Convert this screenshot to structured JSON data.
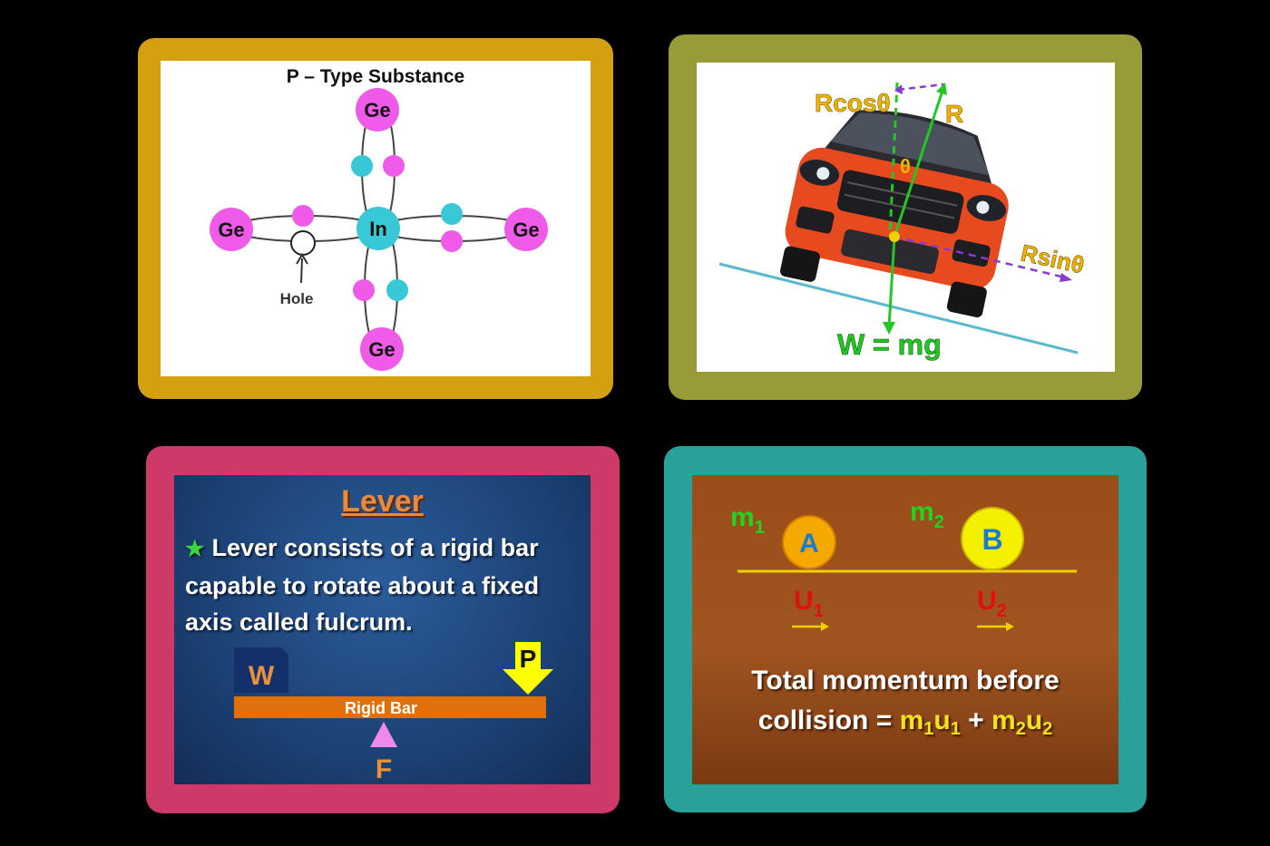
{
  "panel1": {
    "title": "P – Type Substance",
    "atoms": {
      "center": "In",
      "top": "Ge",
      "left": "Ge",
      "right": "Ge",
      "bottom": "Ge"
    },
    "hole_label": "Hole",
    "colors": {
      "frame": "#d4a010",
      "ge": "#f05ae8",
      "in": "#38c8d8"
    }
  },
  "panel2": {
    "labels": {
      "r": "R",
      "rcos": "Rcosθ",
      "rsin": "Rsinθ",
      "theta": "θ",
      "weight": "W = mg"
    },
    "colors": {
      "frame": "#999a38",
      "car": "#e84a20",
      "force": "#22c822",
      "component": "#8a3ad0",
      "label": "#f0b400"
    }
  },
  "panel3": {
    "title": "Lever",
    "star": "★",
    "text": "Lever consists of a rigid bar capable to rotate about a fixed axis called fulcrum.",
    "weight_label": "W",
    "effort_label": "P",
    "bar_label": "Rigid Bar",
    "fulcrum_label": "F",
    "colors": {
      "frame": "#cd3a6a",
      "bar": "#e0700c",
      "arrow": "#ffff00",
      "fulcrum": "#f08ae8"
    }
  },
  "panel4": {
    "mass1": "m",
    "mass1_sub": "1",
    "mass2": "m",
    "mass2_sub": "2",
    "ball_a": "A",
    "ball_b": "B",
    "vel1": "U",
    "vel1_sub": "1",
    "vel2": "U",
    "vel2_sub": "2",
    "line1": "Total momentum before",
    "line2_prefix": "collision = ",
    "eq_m1": "m",
    "eq_m1_sub": "1",
    "eq_u1": "u",
    "eq_u1_sub": "1",
    "eq_plus": " + ",
    "eq_m2": "m",
    "eq_m2_sub": "2",
    "eq_u2": "u",
    "eq_u2_sub": "2",
    "colors": {
      "frame": "#2aa09a",
      "ball_a": "#f5a800",
      "ball_b": "#f5f000",
      "mass": "#22d422",
      "vel": "#e01010"
    }
  }
}
